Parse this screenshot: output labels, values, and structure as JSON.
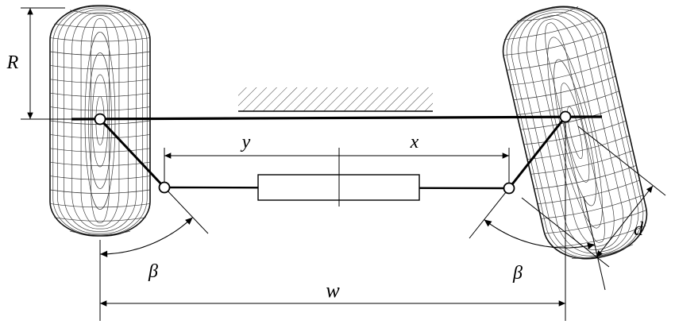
{
  "labels": {
    "radius": "R",
    "segment_y": "y",
    "segment_x": "x",
    "track_width": "w",
    "arm_length": "d",
    "beta_left": "β",
    "beta_right": "β"
  },
  "colors": {
    "line": "#000000",
    "mesh": "#333333",
    "background": "#ffffff"
  }
}
